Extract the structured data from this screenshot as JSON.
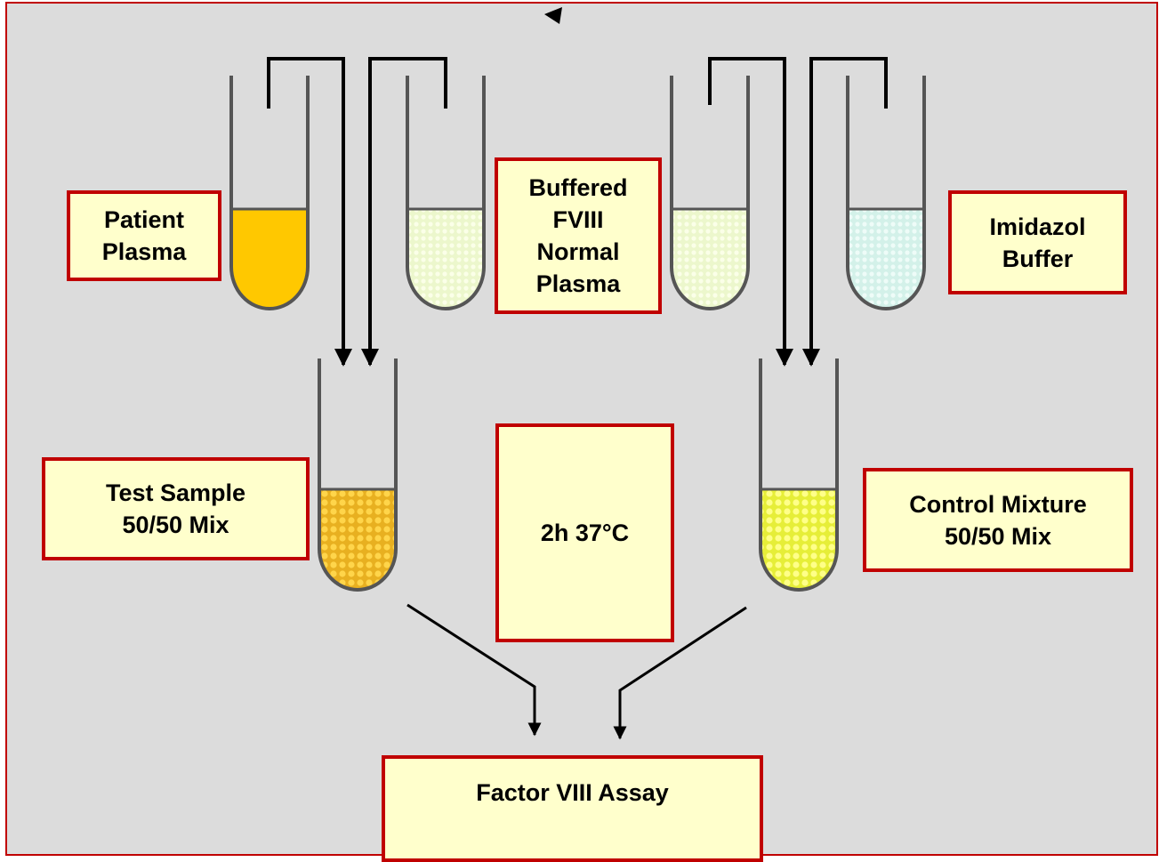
{
  "labels": {
    "patient_plasma": "Patient\nPlasma",
    "buffered_normal_plasma": "Buffered\nFVIII\nNormal\nPlasma",
    "imidazol_buffer": "Imidazol\nBuffer",
    "test_sample": "Test  Sample\n50/50 Mix",
    "incubation": "2h 37°C",
    "control_mixture": "Control  Mixture\n50/50 Mix",
    "factor_assay": "Factor VIII Assay"
  },
  "colors": {
    "background": "#dcdcdc",
    "frame_border": "#c00000",
    "box_fill": "#ffffcc",
    "patient_plasma_fill": "#ffc800",
    "normal_plasma_fill": "#ecf8cf",
    "buffer_fill": "#d9f3ec",
    "test_mix_fill": "#f2c23a",
    "control_mix_fill": "#f6f56a"
  }
}
